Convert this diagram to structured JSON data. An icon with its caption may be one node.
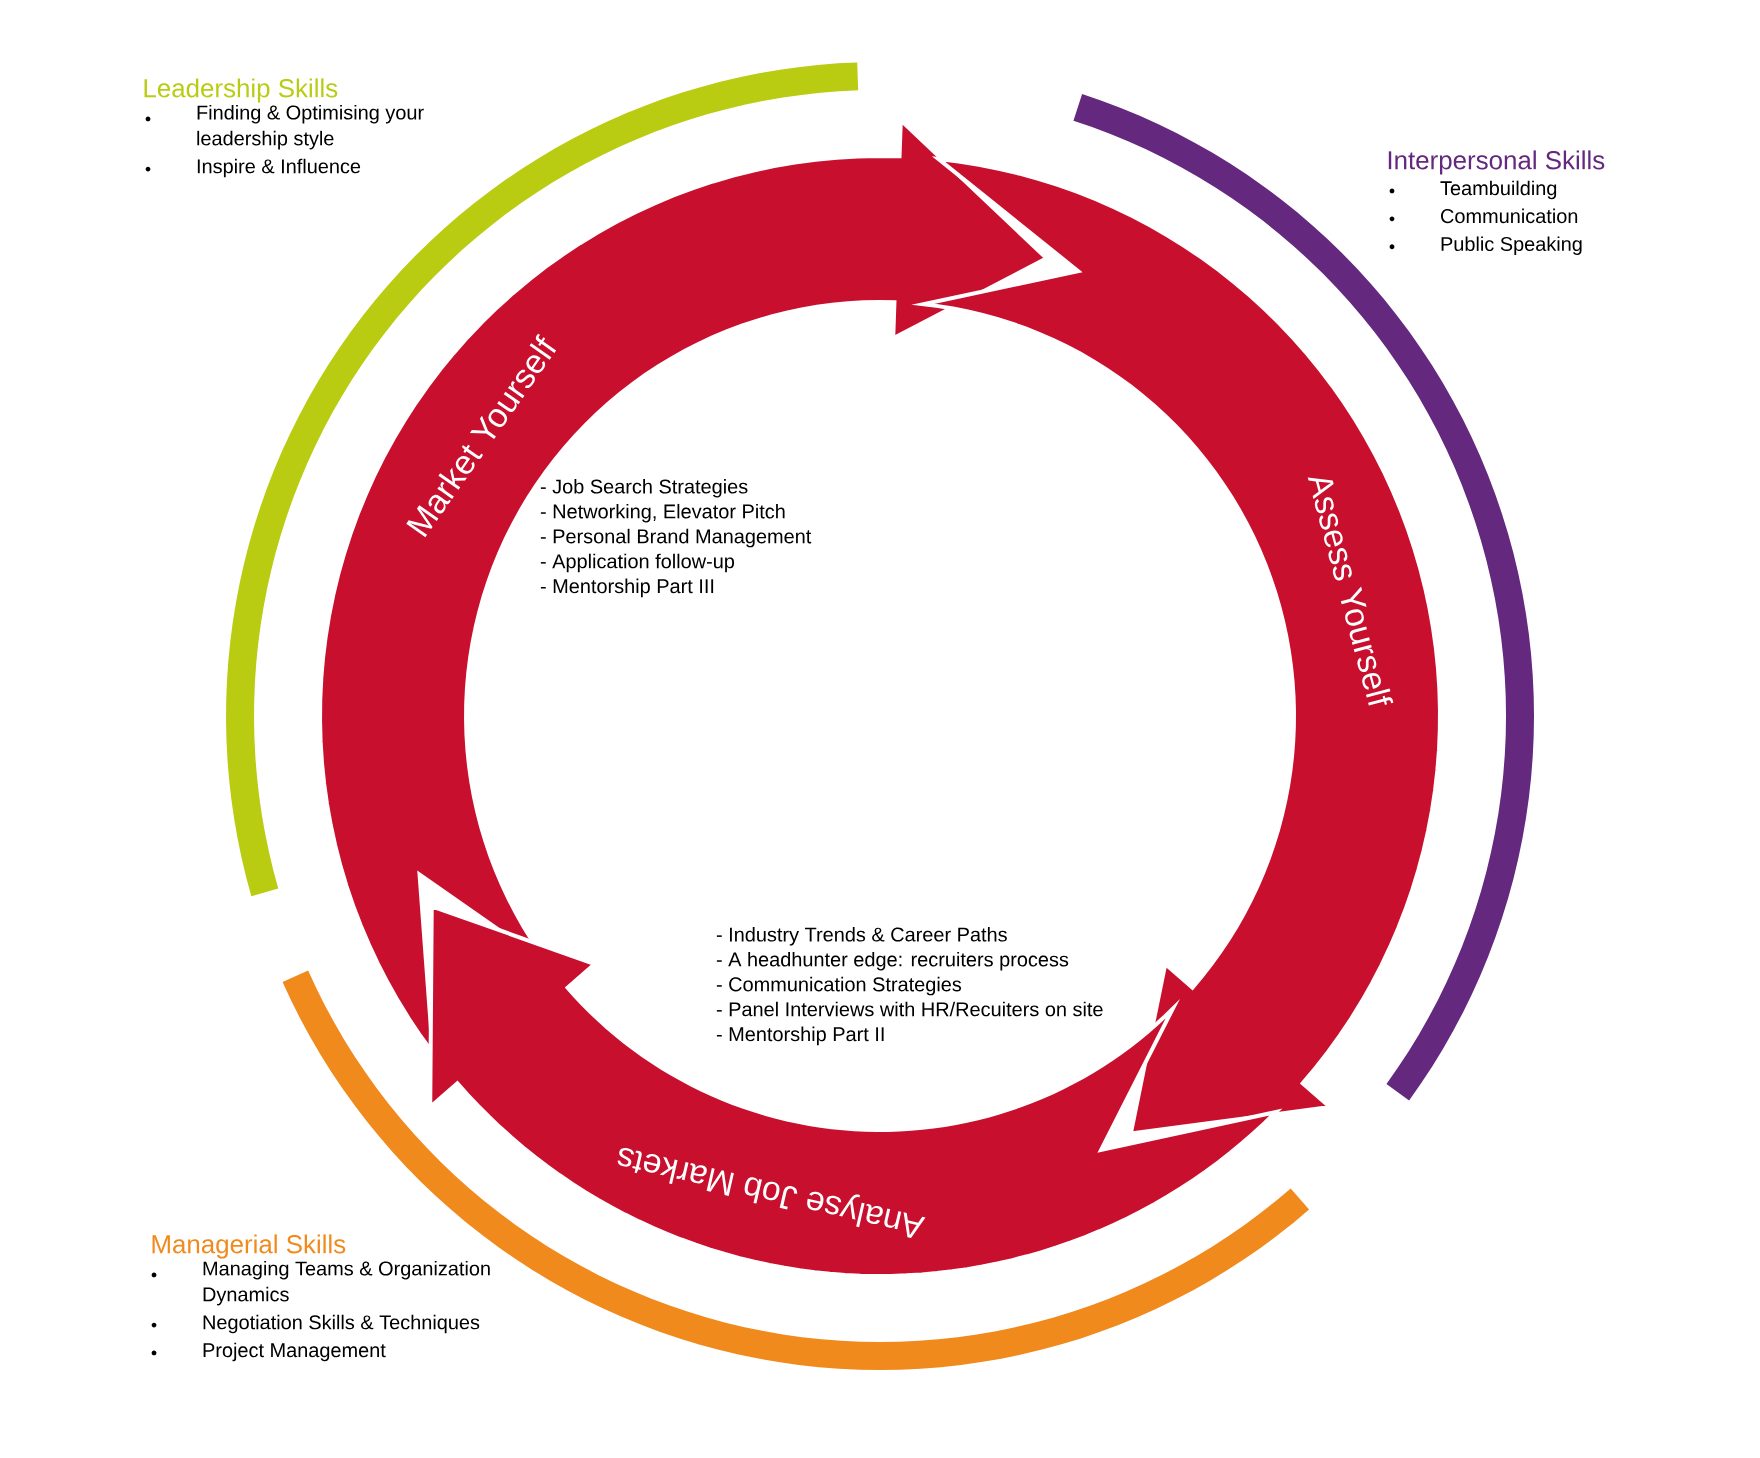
{
  "diagram": {
    "nodes": [
      {
        "text": [
          "Market Yourself"
        ]
      },
      {
        "text": [
          "Assess Yourself"
        ]
      },
      {
        "text": [
          "Analyse Job Markets"
        ]
      },
      {
        "text": [
          "Leadership Skills",
          "Finding & Optimising your leadership style",
          "Inspire & Influence"
        ]
      },
      {
        "text": [
          "Interpersonal Skills",
          "Teambuilding",
          "Communication",
          "Public Speaking"
        ]
      },
      {
        "text": [
          "Managerial Skills",
          "Managing Teams & Organization Dynamics",
          "Negotiation Skills & Techniques",
          "Project Management"
        ]
      }
    ],
    "labels": [
      "- Job Search Strategies",
      "- Networking, Elevator Pitch",
      "- Personal Brand Management",
      "- Application follow-up",
      "- Mentorship Part III",
      "- Industry Trends & Career Paths",
      "- A headhunter edge: recruiters process",
      "- Communication Strategies",
      "- Panel Interviews with HR/Recuiters on site",
      "- Mentorship Part II"
    ]
  }
}
